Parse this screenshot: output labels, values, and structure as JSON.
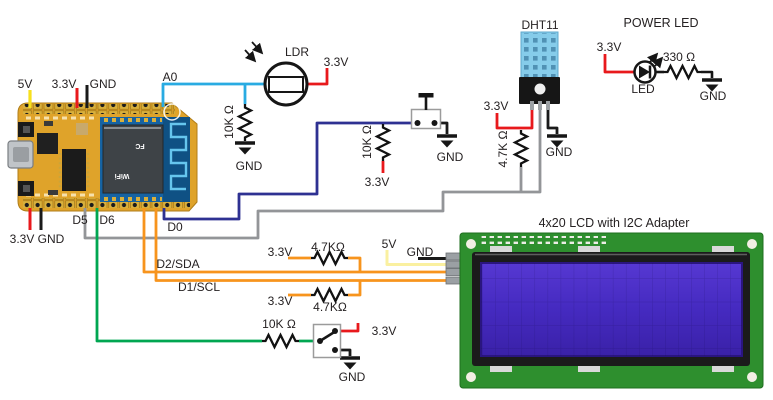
{
  "labels": {
    "esp": {
      "v5": "5V",
      "v33_top": "3.3V",
      "gnd_top": "GND",
      "a0": "A0",
      "d5": "D5",
      "d6": "D6",
      "d0": "D0",
      "v33_bottom": "3.3V",
      "gnd_bottom": "GND",
      "module_fcc": "FC",
      "module_wifi": "WiFi"
    },
    "ldr": {
      "title": "LDR",
      "v33": "3.3V",
      "resistor": "10K Ω",
      "gnd": "GND"
    },
    "button": {
      "resistor": "10K Ω",
      "v33": "3.3V",
      "gnd": "GND"
    },
    "dht": {
      "title": "DHT11",
      "v33": "3.3V",
      "resistor": "4.7K Ω",
      "gnd": "GND"
    },
    "power_led": {
      "title": "POWER LED",
      "v33": "3.3V",
      "resistor": "330 Ω",
      "led": "LED",
      "gnd": "GND"
    },
    "i2c": {
      "sda": "D2/SDA",
      "scl": "D1/SCL",
      "sda_v33": "3.3V",
      "sda_resistor": "4.7KΩ",
      "scl_v33": "3.3V",
      "scl_resistor": "4.7KΩ"
    },
    "lcd": {
      "title": "4x20 LCD with I2C Adapter",
      "v5": "5V",
      "gnd": "GND"
    },
    "switch": {
      "resistor": "10K Ω",
      "v33": "3.3V",
      "gnd": "GND"
    }
  },
  "colors": {
    "wire_5v": "#F7E01E",
    "wire_5v_pale": "#FAF0A0",
    "wire_3v3": "#E8191C",
    "wire_gnd": "#1A1A1A",
    "wire_analog_a0": "#29ABE2",
    "wire_d0": "#2E3192",
    "wire_d5": "#939598",
    "wire_d6": "#00A651",
    "wire_i2c": "#F7941D",
    "esp_board": "#DFA32A",
    "esp_module": "#1663A2",
    "lcd_board": "#2E8F2E",
    "lcd_screen": "#4A2CC6",
    "dht_body": "#86CCEA"
  }
}
